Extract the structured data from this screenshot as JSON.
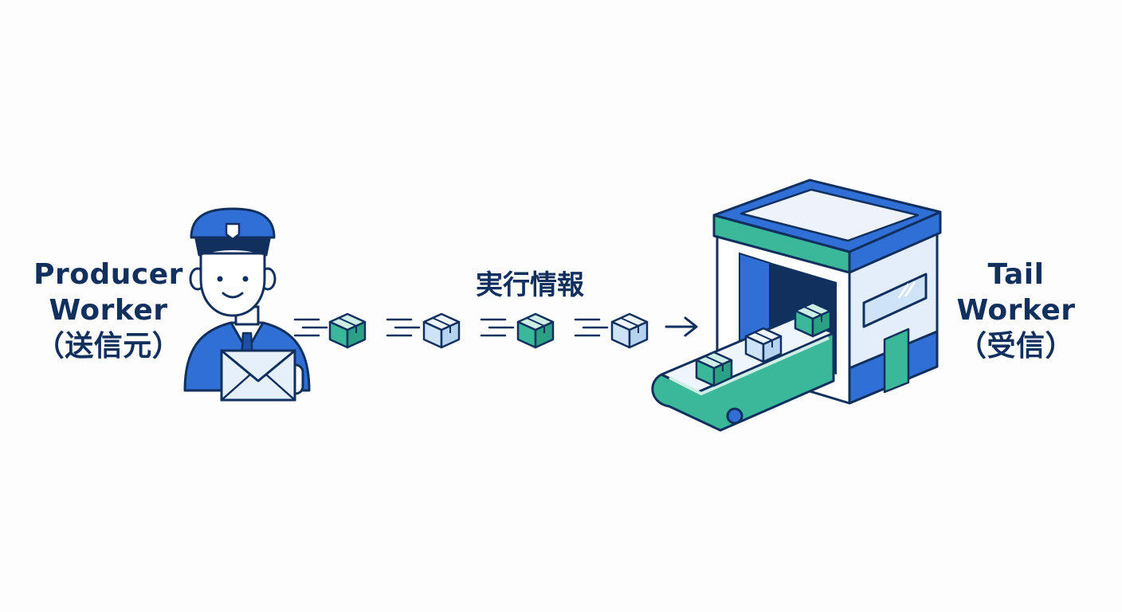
{
  "producer": {
    "line1": "Producer",
    "line2": "Worker",
    "line3": "（送信元）",
    "icon": "postman-with-envelope-icon"
  },
  "middle": {
    "label": "実行情報",
    "icon": "flying-package-icon"
  },
  "tail": {
    "line1": "Tail",
    "line2": "Worker",
    "line3": "（受信）",
    "icon": "factory-conveyor-icon"
  },
  "colors": {
    "navy": "#12305e",
    "blue": "#2f6fd6",
    "light_blue": "#cfe3f7",
    "teal": "#3bb89a",
    "light_teal": "#cdeee4"
  }
}
